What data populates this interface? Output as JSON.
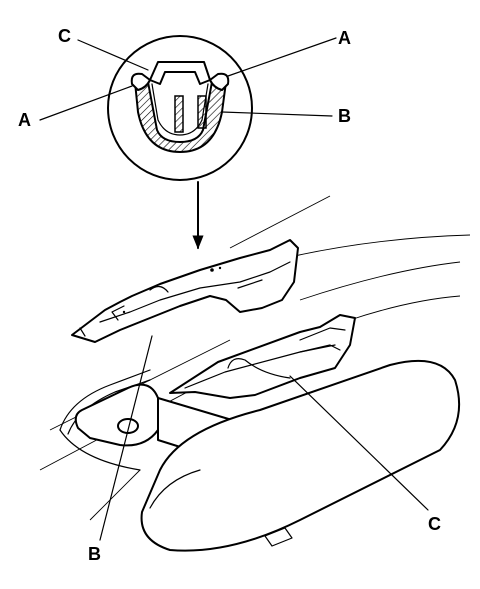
{
  "callouts": {
    "inset_top_left": "C",
    "inset_top_right": "A",
    "inset_left": "A",
    "inset_right": "B",
    "bottom_left": "B",
    "bottom_right": "C"
  }
}
